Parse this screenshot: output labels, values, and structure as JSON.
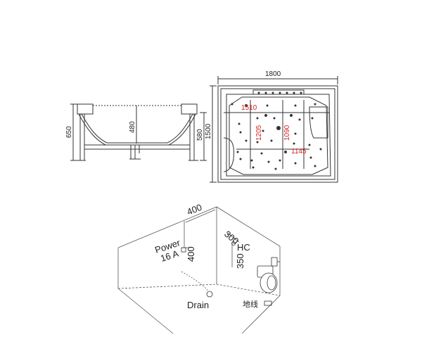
{
  "side_view": {
    "height_total": "650",
    "height_inner": "480",
    "height_support": "580"
  },
  "top_view": {
    "width": "1800",
    "depth": "1500",
    "inner_length": "1510",
    "inner_depth_left": "1205",
    "inner_depth_right": "1090",
    "seat_length": "1145"
  },
  "install": {
    "top_dim": "400",
    "power_label": "Power",
    "power_rating": "16 A",
    "power_height": "400",
    "hc_label": "HC",
    "hc_top": "300",
    "hc_height": "350",
    "drain_label": "Drain",
    "ground_label": "地线"
  },
  "colors": {
    "line": "#333333",
    "dimension_red": "#d21e1e"
  }
}
